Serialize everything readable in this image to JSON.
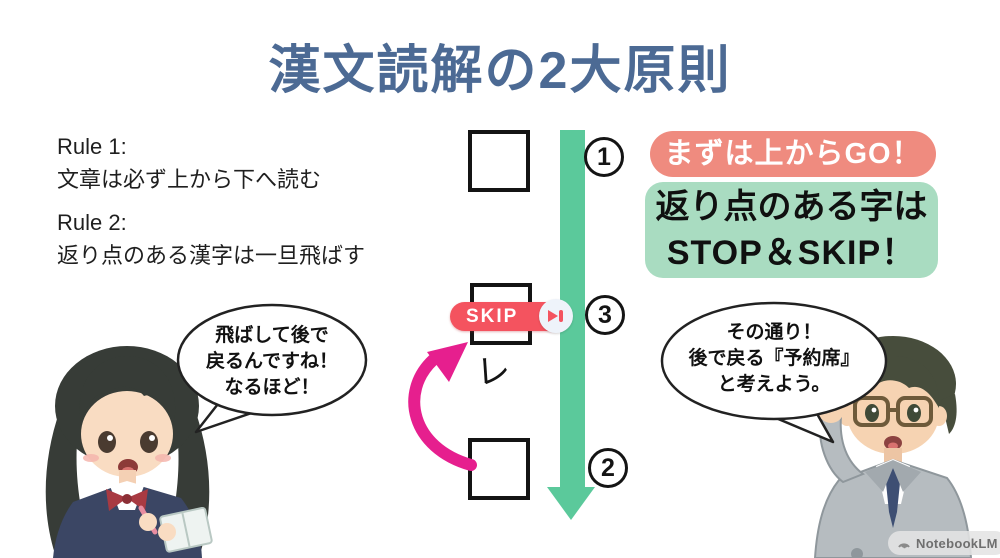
{
  "title": "漢文読解の2大原則",
  "rules": {
    "rule1_label": "Rule 1:",
    "rule1_text": "文章は必ず上から下へ読む",
    "rule2_label": "Rule 2:",
    "rule2_text": "返り点のある漢字は一旦飛ばす"
  },
  "diagram": {
    "step1": "1",
    "step2": "2",
    "step3": "3",
    "skip_label": "SKIP",
    "kaeriten_mark": "レ"
  },
  "callouts": {
    "go_badge": "まずは上からGO！",
    "stop_badge_line1": "返り点のある字は",
    "stop_badge_line2": "STOP＆SKIP！"
  },
  "speech": {
    "girl_line1": "飛ばして後で",
    "girl_line2": "戻るんですね！",
    "girl_line3": "なるほど！",
    "man_line1": "その通り！",
    "man_line2": "後で戻る『予約席』",
    "man_line3": "と考えよう。"
  },
  "watermark": "NotebookLM",
  "colors": {
    "title_blue": "#4c6a94",
    "arrow_green": "#5bc99b",
    "go_badge_pink": "#ef8b7f",
    "stop_badge_mint": "#a9dcc1",
    "skip_pill_red": "#f4535f",
    "curve_arrow_magenta": "#e61f8e"
  }
}
